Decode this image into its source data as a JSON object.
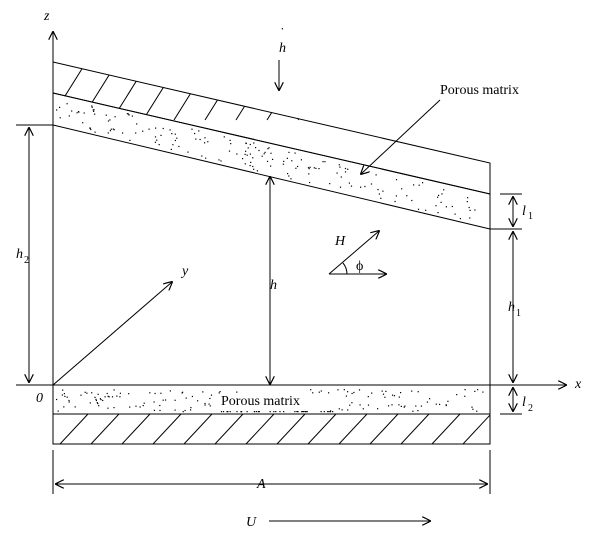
{
  "axes": {
    "z": "z",
    "x": "x",
    "y": "y",
    "origin": "0"
  },
  "labels": {
    "hdot_base": "h",
    "hdot_mark": "˙",
    "porous_top": "Porous matrix",
    "porous_bottom": "Porous matrix",
    "h": "h",
    "h2_base": "h",
    "h2_sub": "2",
    "h1_base": "h",
    "h1_sub": "1",
    "l1_base": "l",
    "l1_sub": "1",
    "l2_base": "l",
    "l2_sub": "2",
    "H": "H",
    "phi": "ϕ",
    "A": "A",
    "U": "U"
  }
}
